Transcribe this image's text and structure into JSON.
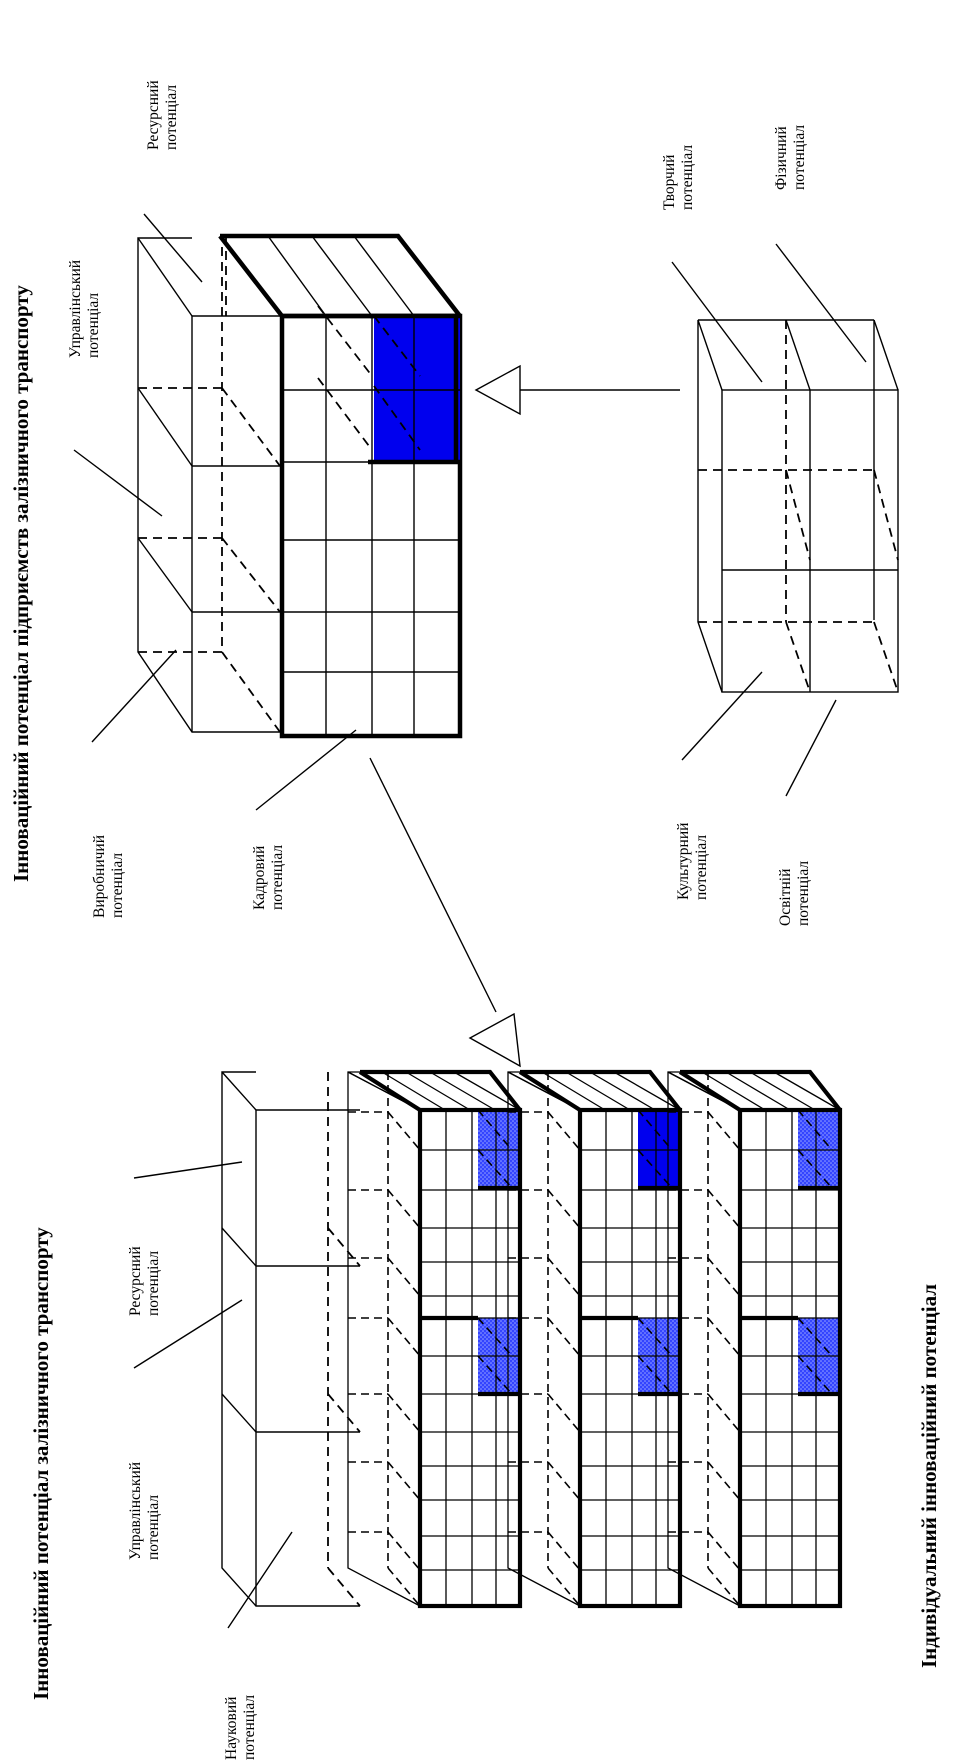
{
  "titles": {
    "enterprise": "Інноваційний потенціал підприємств залізничного транспорту",
    "railway": "Інноваційний потенціал залізничного транспорту",
    "individual": "Індивідуальний інноваційний потенціал"
  },
  "labels": {
    "enterprise_resource": [
      "Ресурсний",
      "потенціал"
    ],
    "enterprise_management": [
      "Управлінський",
      "потенціал"
    ],
    "enterprise_production": [
      "Виробничий",
      "потенціал"
    ],
    "enterprise_personnel": [
      "Кадровий",
      "потенціал"
    ],
    "individual_creative": [
      "Творчий",
      "потенціал"
    ],
    "individual_physical": [
      "Фізичний",
      "потенціал"
    ],
    "individual_cultural": [
      "Культурний",
      "потенціал"
    ],
    "individual_educational": [
      "Освітній",
      "потенціал"
    ],
    "railway_resource": [
      "Ресурсний",
      "потенціал"
    ],
    "railway_management": [
      "Управлінський",
      "потенціал"
    ],
    "railway_scientific": [
      "Науковий",
      "потенціал"
    ]
  },
  "colors": {
    "highlight_solid": "#0000ee",
    "highlight_dotted": "#3344ff",
    "line": "#000000",
    "background": "#ffffff"
  }
}
